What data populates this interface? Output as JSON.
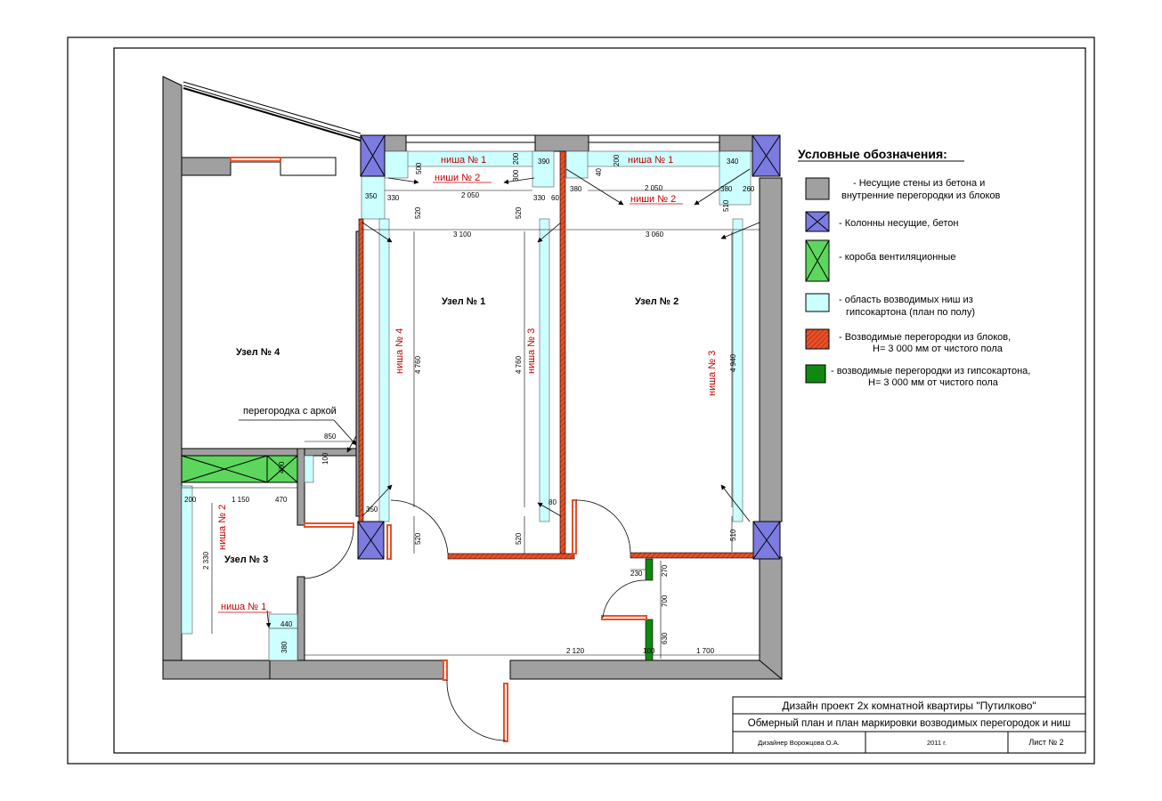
{
  "colors": {
    "wall": "#a0a0a0",
    "column": "#7b7be0",
    "vent": "#5cd65c",
    "niche_fill": "#ccffff",
    "block_partition": "#e8502a",
    "drywall_partition": "#118811",
    "niche_text": "#c00000"
  },
  "legend": {
    "title": "Условные обозначения:",
    "items": [
      {
        "key": "walls",
        "line1": "- Несущие стены из бетона и",
        "line2": "внутренние перегородки из блоков"
      },
      {
        "key": "columns",
        "line1": "- Колонны несущие, бетон",
        "line2": ""
      },
      {
        "key": "vent",
        "line1": "- короба вентиляционные",
        "line2": ""
      },
      {
        "key": "niches",
        "line1": "- область возводимых ниш из",
        "line2": "гипсокартона (план по полу)"
      },
      {
        "key": "block",
        "line1": "- Возводимые перегородки из блоков,",
        "line2": "Н= 3 000 мм от чистого пола"
      },
      {
        "key": "drywall",
        "line1": "- возводимые перегородки из гипсокартона,",
        "line2": "Н= 3 000 мм от чистого пола"
      }
    ]
  },
  "rooms": {
    "uzel1": "Узел № 1",
    "uzel2": "Узел № 2",
    "uzel3": "Узел № 3",
    "uzel4": "Узел № 4"
  },
  "niches": {
    "n1_u1": "ниша № 1",
    "n2_u1": "ниши № 2",
    "n1_u2": "ниша № 1",
    "n2_u2": "ниши № 2",
    "n3_u1": "ниша № 3",
    "n3_u2": "ниша № 3",
    "n4": "ниша № 4",
    "n2_u3": "ниша № 2",
    "n1_u3": "ниша № 1"
  },
  "annotations": {
    "arch": "перегородка с аркой"
  },
  "dimensions": {
    "d500": "500",
    "d200a": "200",
    "d200b": "200",
    "d390": "390",
    "d300": "300",
    "d330a": "330",
    "d350a": "350",
    "d2050a": "2 050",
    "d330b": "330",
    "d60": "60",
    "d520a": "520",
    "d520b": "520",
    "d3100": "3 100",
    "d200c": "200",
    "d40": "40",
    "d340": "340",
    "d380a": "380",
    "d2050b": "2 050",
    "d380b": "380",
    "d260": "260",
    "d510a": "510",
    "d3060": "3 060",
    "d4760a": "4 760",
    "d4760b": "4 760",
    "d4940": "4 940",
    "d350b": "350",
    "d520c": "520",
    "d520d": "520",
    "d80": "80",
    "d510b": "510",
    "d850": "850",
    "d100a": "100",
    "d400": "400",
    "d200d": "200",
    "d1150": "1 150",
    "d470": "470",
    "d2330": "2 330",
    "d440": "440",
    "d380c": "380",
    "d230": "230",
    "d270": "270",
    "d700": "700",
    "d630": "630",
    "d2120": "2 120",
    "d100b": "100",
    "d1700": "1 700"
  },
  "title_block": {
    "project": "Дизайн проект 2х комнатной квартиры \"Путилково\"",
    "sheet_title": "Обмерный план и план маркировки возводимых перегородок и ниш",
    "designer": "Дизайнер Ворожцова О.А.",
    "year": "2011 г.",
    "sheet": "Лист № 2"
  }
}
